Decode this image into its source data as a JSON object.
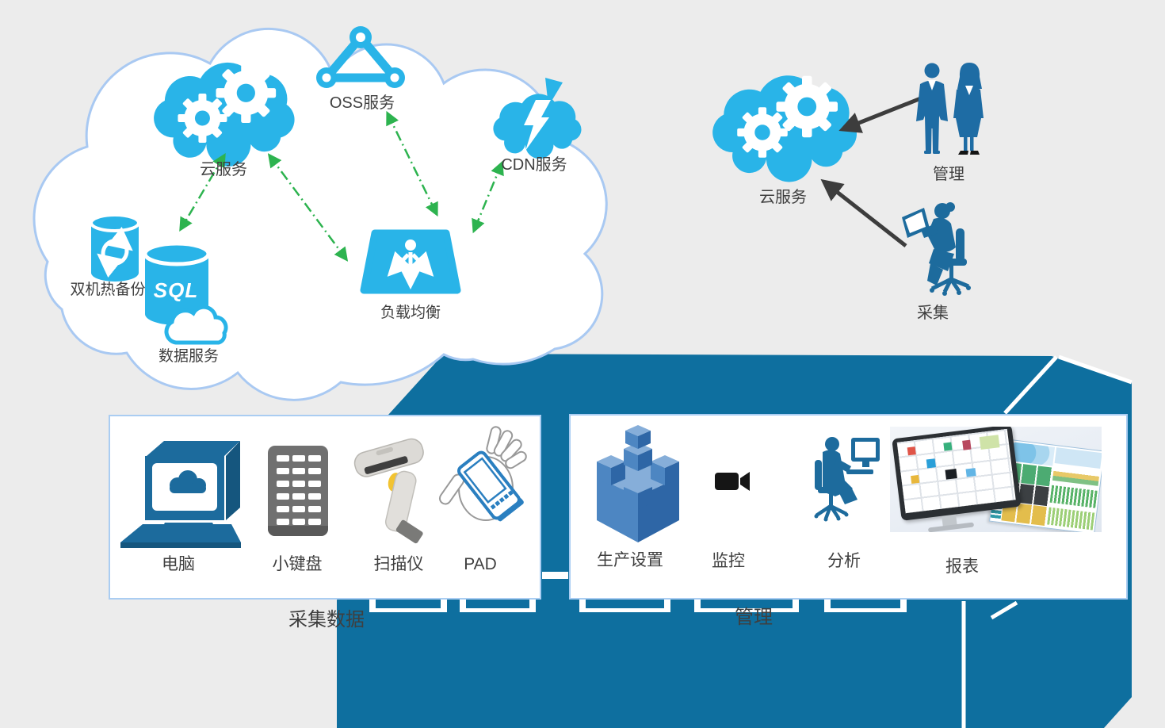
{
  "colors": {
    "background": "#ececec",
    "accent_cyan": "#29b4e8",
    "structure_blue": "#0e6f9f",
    "panel_border": "#aacdf2",
    "cloud_outline": "#a9c9f2",
    "arrow_green": "#2db34f",
    "arrow_dark": "#3d3d3d",
    "silhouette_blue": "#1e6ca4",
    "icon_blue": "#1c6b9d",
    "text": "#3f3f3f"
  },
  "cloud_platform": {
    "cloud_service": "云服务",
    "oss_service": "OSS服务",
    "cdn_service": "CDN服务",
    "hot_backup": "双机热备份",
    "data_service": "数据服务",
    "sql_badge": "SQL",
    "load_balancer": "负载均衡"
  },
  "users_group": {
    "cloud_service": "云服务",
    "managers": "管理",
    "collector": "采集"
  },
  "platform": {
    "collect_panel": {
      "caption": "采集数据",
      "items": [
        "电脑",
        "小键盘",
        "扫描仪",
        "PAD"
      ]
    },
    "manage_panel": {
      "caption": "管理",
      "items": [
        "生产设置",
        "监控",
        "分析",
        "报表"
      ]
    }
  }
}
